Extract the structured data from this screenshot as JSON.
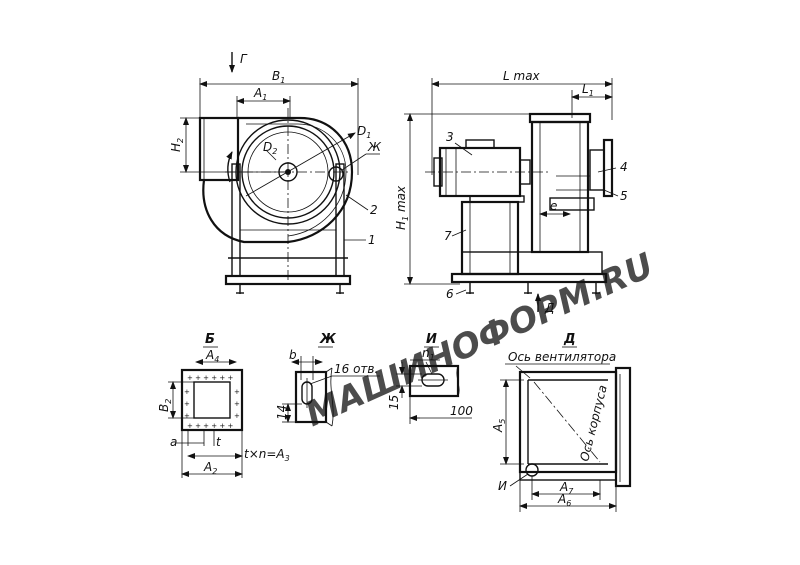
{
  "watermark": "МАШИНОФОРМ.RU",
  "front_view": {
    "arrow_g": "Г",
    "B1": "B",
    "B1_sub": "1",
    "A1": "A",
    "A1_sub": "1",
    "H2": "H",
    "H2_sub": "2",
    "D1": "D",
    "D1_sub": "1",
    "D2": "D",
    "D2_sub": "2",
    "zh": "Ж",
    "callout_2": "2",
    "callout_1": "1"
  },
  "side_view": {
    "Lmax": "L max",
    "L1": "L",
    "L1_sub": "1",
    "H1max": "H",
    "H1max_sub": "1",
    "H1max_tail": " max",
    "e": "e",
    "arrow_d": "Д",
    "callout_3": "3",
    "callout_4": "4",
    "callout_5": "5",
    "callout_7": "7",
    "callout_6": "6"
  },
  "view_b": {
    "title": "Б",
    "A4": "A",
    "A4_sub": "4",
    "B2": "B",
    "B2_sub": "2",
    "a": "a",
    "t": "t",
    "formula": "t×n=A",
    "formula_sub": "3",
    "A2": "A",
    "A2_sub": "2"
  },
  "view_zh": {
    "title": "Ж",
    "b": "b",
    "holes": "16 отв.",
    "dim_14": "14"
  },
  "view_i": {
    "title": "И",
    "n1": "n",
    "n1_sub": "1",
    "dim_15": "15",
    "dim_100": "100"
  },
  "view_d": {
    "title": "Д",
    "fan_axis": "Ось вентилятора",
    "body_axis": "Ось корпуса",
    "A5": "A",
    "A5_sub": "5",
    "A7": "A",
    "A7_sub": "7",
    "A6": "A",
    "A6_sub": "6",
    "i_mark": "И"
  }
}
